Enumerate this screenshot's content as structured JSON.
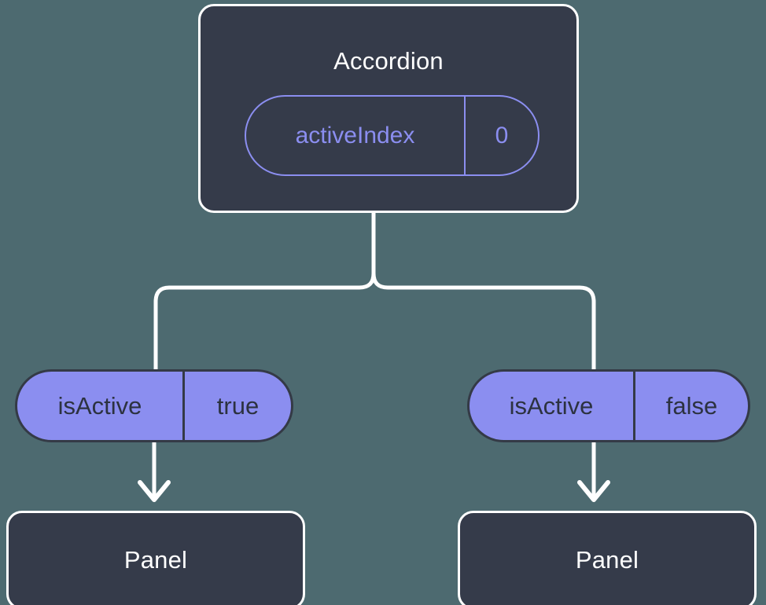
{
  "diagram": {
    "type": "component-state-tree",
    "background_color": "#4d6a70",
    "accent_color": "#8b8ef0",
    "node_fill_color": "#353b4a",
    "node_border_color": "#ffffff",
    "pill_border_color": "#343a46",
    "root": {
      "title": "Accordion",
      "state_badge": {
        "key": "activeIndex",
        "value": "0"
      }
    },
    "branches": [
      {
        "prop": {
          "key": "isActive",
          "value": "true"
        },
        "child": {
          "title": "Panel"
        }
      },
      {
        "prop": {
          "key": "isActive",
          "value": "false"
        },
        "child": {
          "title": "Panel"
        }
      }
    ]
  }
}
